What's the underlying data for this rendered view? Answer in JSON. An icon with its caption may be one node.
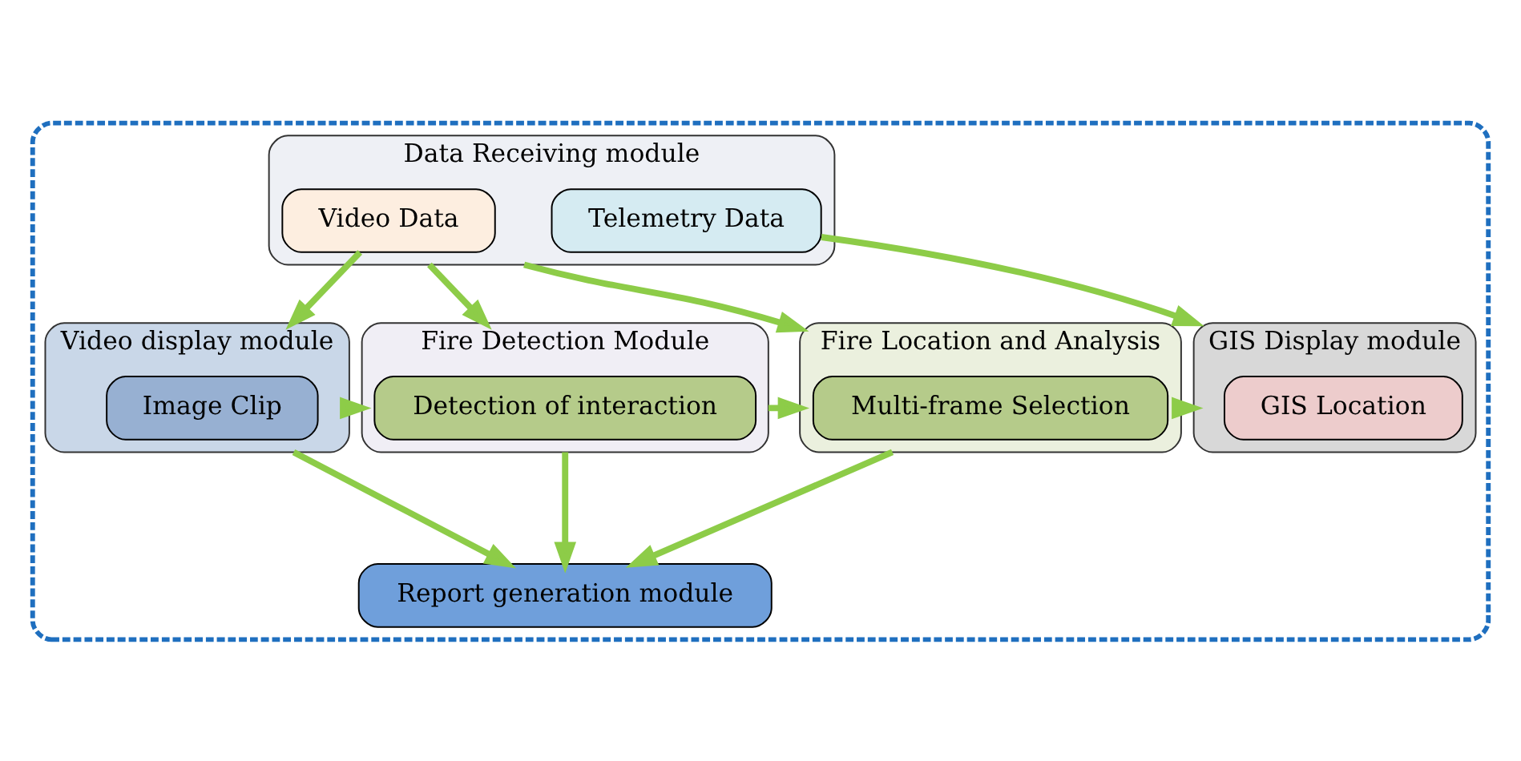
{
  "diagram": {
    "nodes": [
      {
        "text": [],
        "shape": "box"
      },
      {
        "text": [
          "Data Receiving module"
        ],
        "in": 0
      },
      {
        "text": [
          "Video Data"
        ],
        "in": 1
      },
      {
        "text": [
          "Telemetry Data"
        ],
        "in": 1
      },
      {
        "text": [
          "Video display module"
        ],
        "in": 0
      },
      {
        "text": [
          "Image Clip"
        ],
        "in": 4
      },
      {
        "text": [
          "Fire Detection Module"
        ],
        "in": 0
      },
      {
        "text": [
          "Detection of interaction"
        ],
        "in": 6
      },
      {
        "text": [
          "Fire Location and Analysis"
        ],
        "in": 0
      },
      {
        "text": [
          "Multi-frame Selection"
        ],
        "in": 8
      },
      {
        "text": [
          "GIS Display module"
        ],
        "in": 0
      },
      {
        "text": [
          "GIS Location"
        ],
        "in": 10
      },
      {
        "text": [
          "Report generation module"
        ],
        "in": 0
      }
    ],
    "edges": [
      {
        "from": 2,
        "to": 4,
        "arrow": "to"
      },
      {
        "from": 1,
        "to": 6,
        "arrow": "to"
      },
      {
        "from": 1,
        "to": 8,
        "arrow": "to"
      },
      {
        "from": 3,
        "to": 10,
        "arrow": "to"
      },
      {
        "from": 4,
        "to": 6,
        "arrow": "to"
      },
      {
        "from": 6,
        "to": 8,
        "arrow": "to"
      },
      {
        "from": 8,
        "to": 10,
        "arrow": "to"
      },
      {
        "from": 6,
        "to": 12,
        "arrow": "to"
      },
      {
        "from": 8,
        "to": 12,
        "arrow": "to"
      },
      {
        "from": 4,
        "to": 12,
        "arrow": "to"
      }
    ]
  }
}
